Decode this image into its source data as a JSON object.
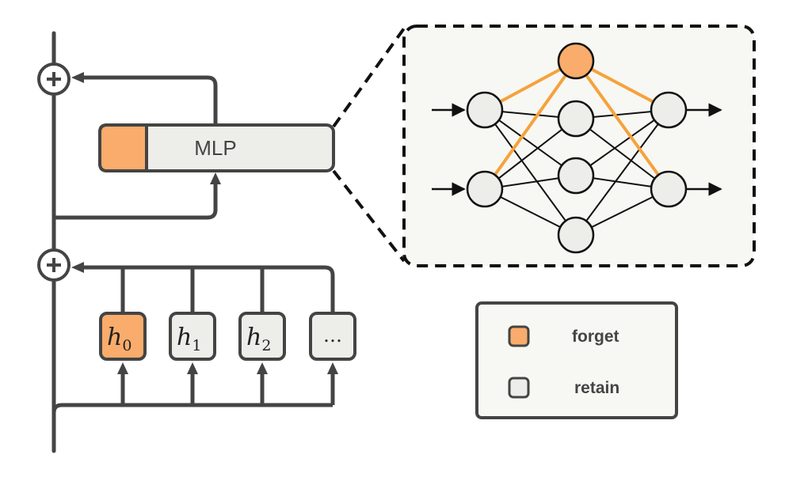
{
  "mlp": {
    "label": "MLP"
  },
  "heads": [
    {
      "main": "h",
      "sub": "0",
      "highlight": true
    },
    {
      "main": "h",
      "sub": "1",
      "highlight": false
    },
    {
      "main": "h",
      "sub": "2",
      "highlight": false
    },
    {
      "main": "…",
      "sub": "",
      "highlight": false
    }
  ],
  "legend": {
    "forget_label": "forget",
    "retain_label": "retain"
  },
  "network": {
    "layer_sizes": [
      2,
      4,
      2
    ],
    "highlighted_node": "hidden-0",
    "extra_top_node": true
  },
  "colors": {
    "forget": "#f9ac6b",
    "retain": "#edeee9",
    "stroke": "#444444",
    "orange_edge": "#f5a23c",
    "panel_bg": "#f7f7f3"
  },
  "icons": {
    "residual_add": "plus-circle-icon"
  }
}
